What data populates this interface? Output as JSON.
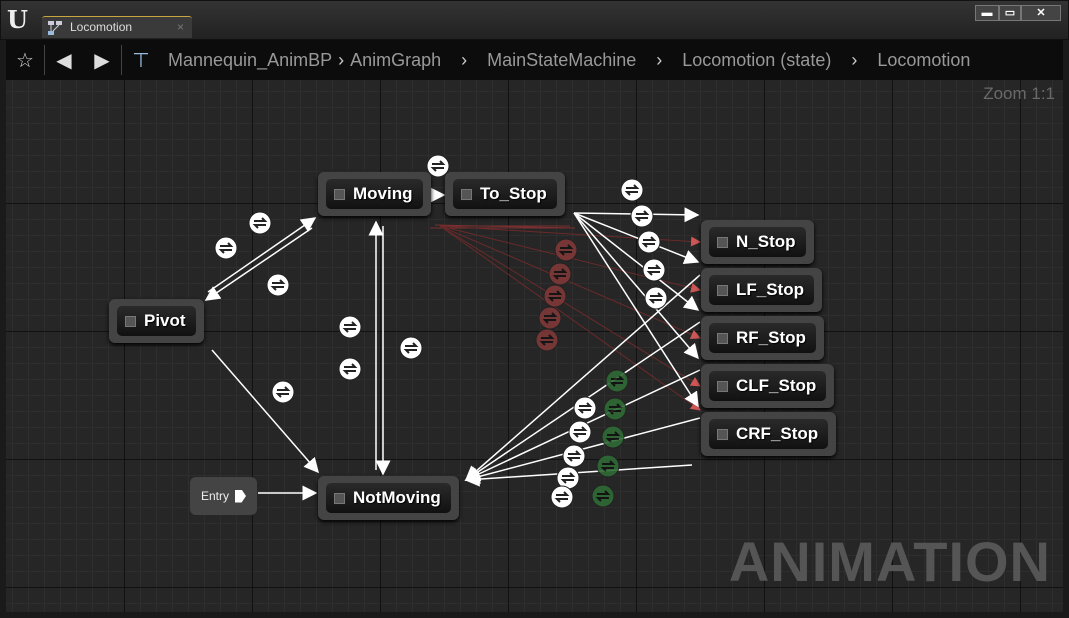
{
  "window": {
    "tab_title": "Locomotion",
    "minimize": "▬",
    "maximize": "▭",
    "close": "✕"
  },
  "breadcrumb": [
    "Mannequin_AnimBP",
    "AnimGraph",
    "MainStateMachine",
    "Locomotion (state)",
    "Locomotion"
  ],
  "zoom_label": "Zoom 1:1",
  "states": {
    "moving": "Moving",
    "to_stop": "To_Stop",
    "pivot": "Pivot",
    "not_moving": "NotMoving",
    "n_stop": "N_Stop",
    "lf_stop": "LF_Stop",
    "rf_stop": "RF_Stop",
    "clf_stop": "CLF_Stop",
    "crf_stop": "CRF_Stop"
  },
  "entry_label": "Entry",
  "watermark": "ANIMATION",
  "colors": {
    "transition": "#ffffff",
    "inactive_red": "#8a3a3a",
    "inactive_green": "#2f6a35",
    "tab_accent": "#c8a640"
  }
}
